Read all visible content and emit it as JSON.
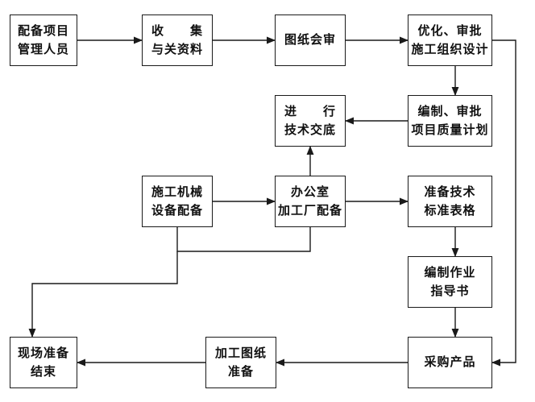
{
  "diagram": {
    "nodes": [
      {
        "id": "n1",
        "lines": [
          "配备项目",
          "管理人员"
        ]
      },
      {
        "id": "n2",
        "lines": [
          "收　　集",
          "与关资料"
        ]
      },
      {
        "id": "n3",
        "lines": [
          "图纸会审"
        ]
      },
      {
        "id": "n4",
        "lines": [
          "优化、审批",
          "施工组织设计"
        ]
      },
      {
        "id": "n5",
        "lines": [
          "进　　行",
          "技术交底"
        ]
      },
      {
        "id": "n6",
        "lines": [
          "编制、审批",
          "项目质量计划"
        ]
      },
      {
        "id": "n7",
        "lines": [
          "施工机械",
          "设备配备"
        ]
      },
      {
        "id": "n8",
        "lines": [
          "办公室",
          "加工厂配备"
        ]
      },
      {
        "id": "n9",
        "lines": [
          "准备技术",
          "标准表格"
        ]
      },
      {
        "id": "n10",
        "lines": [
          "编制作业",
          "指导书"
        ]
      },
      {
        "id": "n11",
        "lines": [
          "现场准备",
          "结束"
        ]
      },
      {
        "id": "n12",
        "lines": [
          "加工图纸",
          "准备"
        ]
      },
      {
        "id": "n13",
        "lines": [
          "采购产品"
        ]
      }
    ]
  }
}
